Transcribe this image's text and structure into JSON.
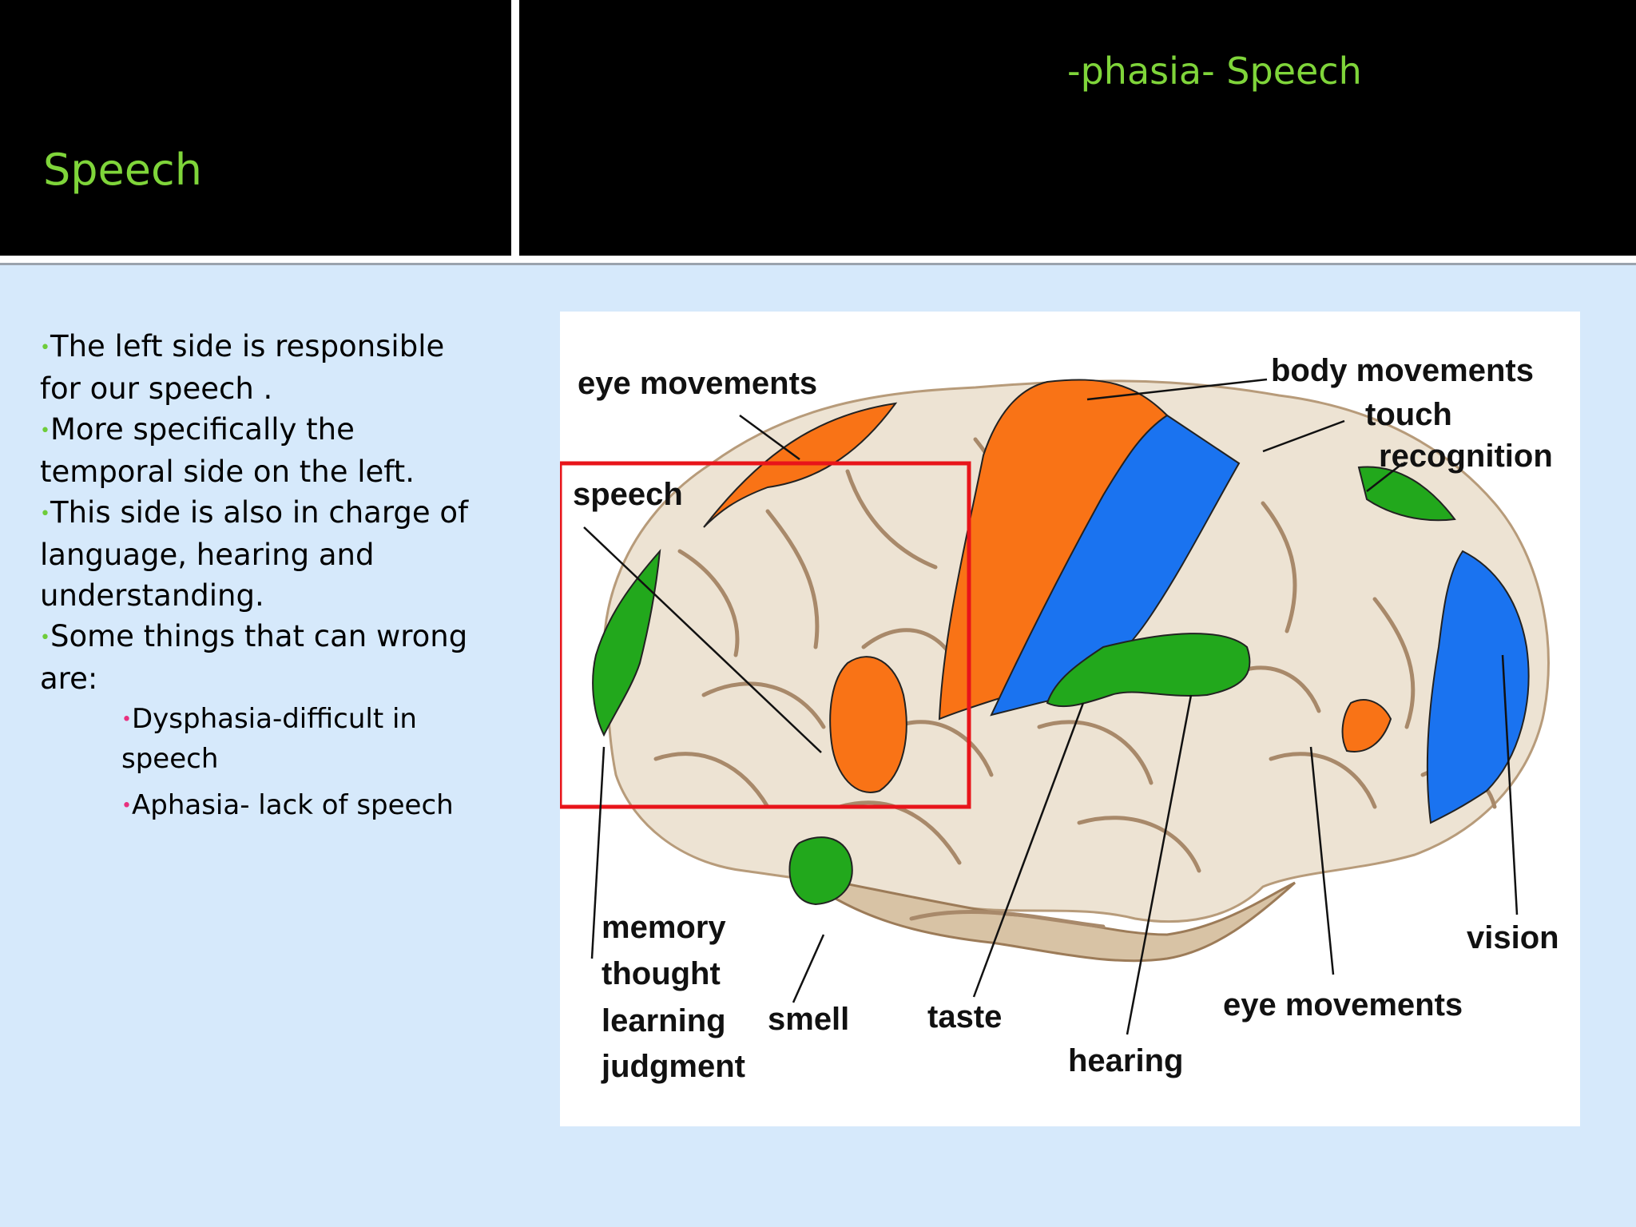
{
  "header": {
    "section_title": "Speech",
    "slide_title": "-phasia- Speech"
  },
  "bullets": [
    "The left side is responsible for our speech .",
    "More specifically the temporal side on the left.",
    "This side is also in charge of language, hearing and understanding.",
    "Some things that can wrong are:"
  ],
  "sub_bullets": [
    "Dysphasia-difficult in speech",
    "Aphasia- lack of speech"
  ],
  "diagram": {
    "labels": {
      "eye_movements_top": "eye movements",
      "body_movements": "body movements",
      "touch": "touch",
      "recognition": "recognition",
      "speech": "speech",
      "vision": "vision",
      "memory": "memory",
      "thought": "thought",
      "learning": "learning",
      "judgment": "judgment",
      "smell": "smell",
      "taste": "taste",
      "hearing": "hearing",
      "eye_movements_bottom": "eye movements"
    },
    "colors": {
      "orange": "#f97316",
      "green": "#22a81c",
      "blue": "#1a73f0",
      "brain": "#ede3d3",
      "highlight": "#e8141a"
    }
  }
}
